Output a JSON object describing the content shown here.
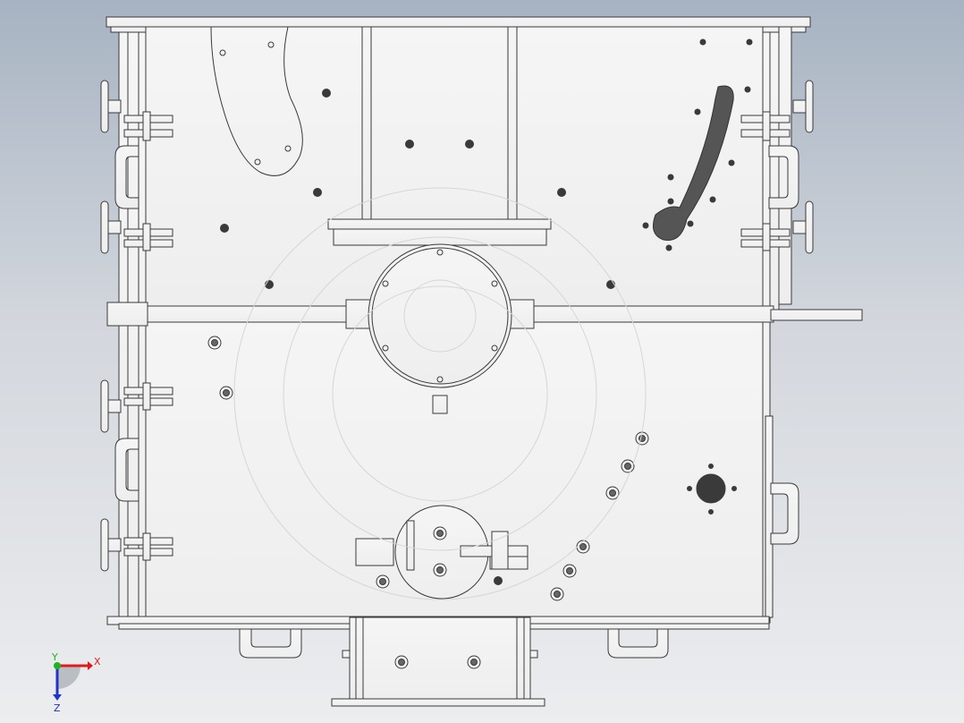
{
  "view": {
    "background_top": "#a7b3c2",
    "background_bottom": "#ecedef",
    "line_color": "#3a3a3a",
    "face_color": "#f3f3f3"
  },
  "triad": {
    "x_label": "X",
    "y_label": "Y",
    "z_label": "Z",
    "x_color": "#e01b1b",
    "y_color": "#1fb31f",
    "z_color": "#2233cc"
  }
}
